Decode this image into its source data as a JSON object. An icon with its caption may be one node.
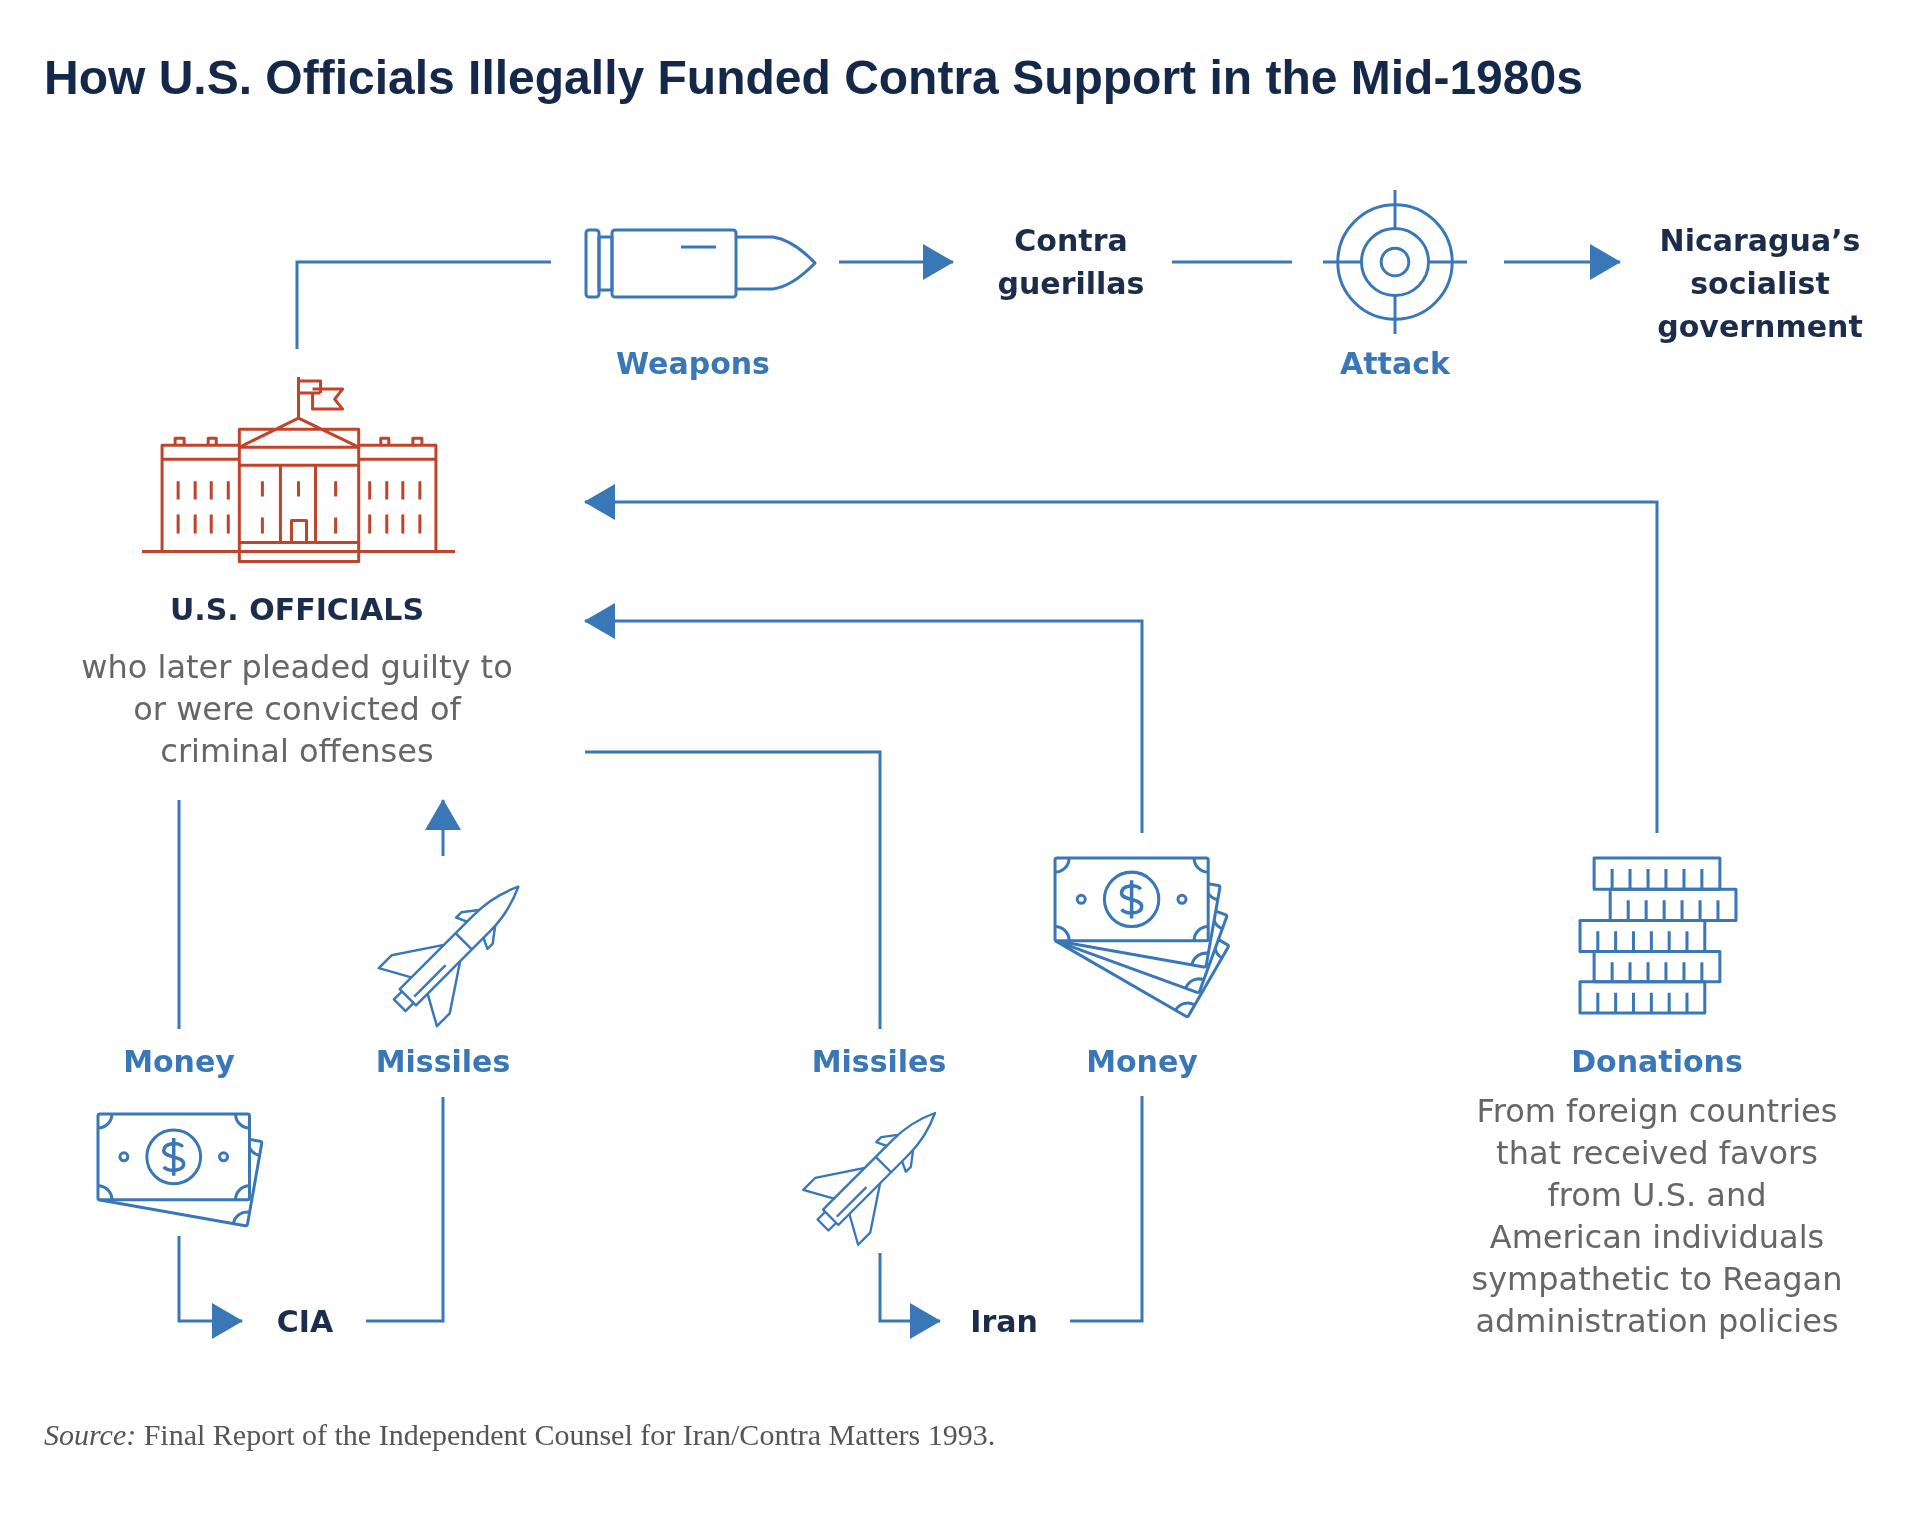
{
  "diagram": {
    "title": "How U.S. Officials Illegally Funded Contra Support in the Mid-1980s",
    "nodes": [
      {
        "text": [
          "Weapons"
        ]
      },
      {
        "text": [
          "Contra guerillas"
        ]
      },
      {
        "text": [
          "Attack"
        ]
      },
      {
        "text": [
          "Nicaragua’s socialist government"
        ]
      },
      {
        "text": [
          "U.S. OFFICIALS",
          "who later pleaded guilty to or were convicted of criminal offenses"
        ]
      },
      {
        "text": [
          "Money"
        ]
      },
      {
        "text": [
          "Missiles"
        ]
      },
      {
        "text": [
          "Missiles"
        ]
      },
      {
        "text": [
          "Money"
        ]
      },
      {
        "text": [
          "Donations",
          "From foreign countries that received favors from U.S. and American individuals sympathetic to Reagan administration policies"
        ]
      },
      {
        "text": [
          "CIA"
        ]
      },
      {
        "text": [
          "Iran"
        ]
      }
    ],
    "edges": [
      {
        "from": 4,
        "to": 0,
        "arrow": "none"
      },
      {
        "from": 0,
        "to": 1,
        "arrow": "to"
      },
      {
        "from": 1,
        "to": 2,
        "arrow": "none"
      },
      {
        "from": 2,
        "to": 3,
        "arrow": "to"
      },
      {
        "from": 9,
        "to": 4,
        "arrow": "to"
      },
      {
        "from": 8,
        "to": 4,
        "arrow": "to"
      },
      {
        "from": 4,
        "to": 7,
        "arrow": "none"
      },
      {
        "from": 7,
        "to": 11,
        "arrow": "to"
      },
      {
        "from": 11,
        "to": 8,
        "arrow": "none"
      },
      {
        "from": 4,
        "to": 5,
        "arrow": "none"
      },
      {
        "from": 5,
        "to": 10,
        "arrow": "to"
      },
      {
        "from": 10,
        "to": 6,
        "arrow": "none"
      },
      {
        "from": 6,
        "to": 4,
        "arrow": "to"
      }
    ],
    "labels": [
      "*Source:* Final Report of the Independent Counsel for Iran/Contra Matters 1993."
    ]
  }
}
